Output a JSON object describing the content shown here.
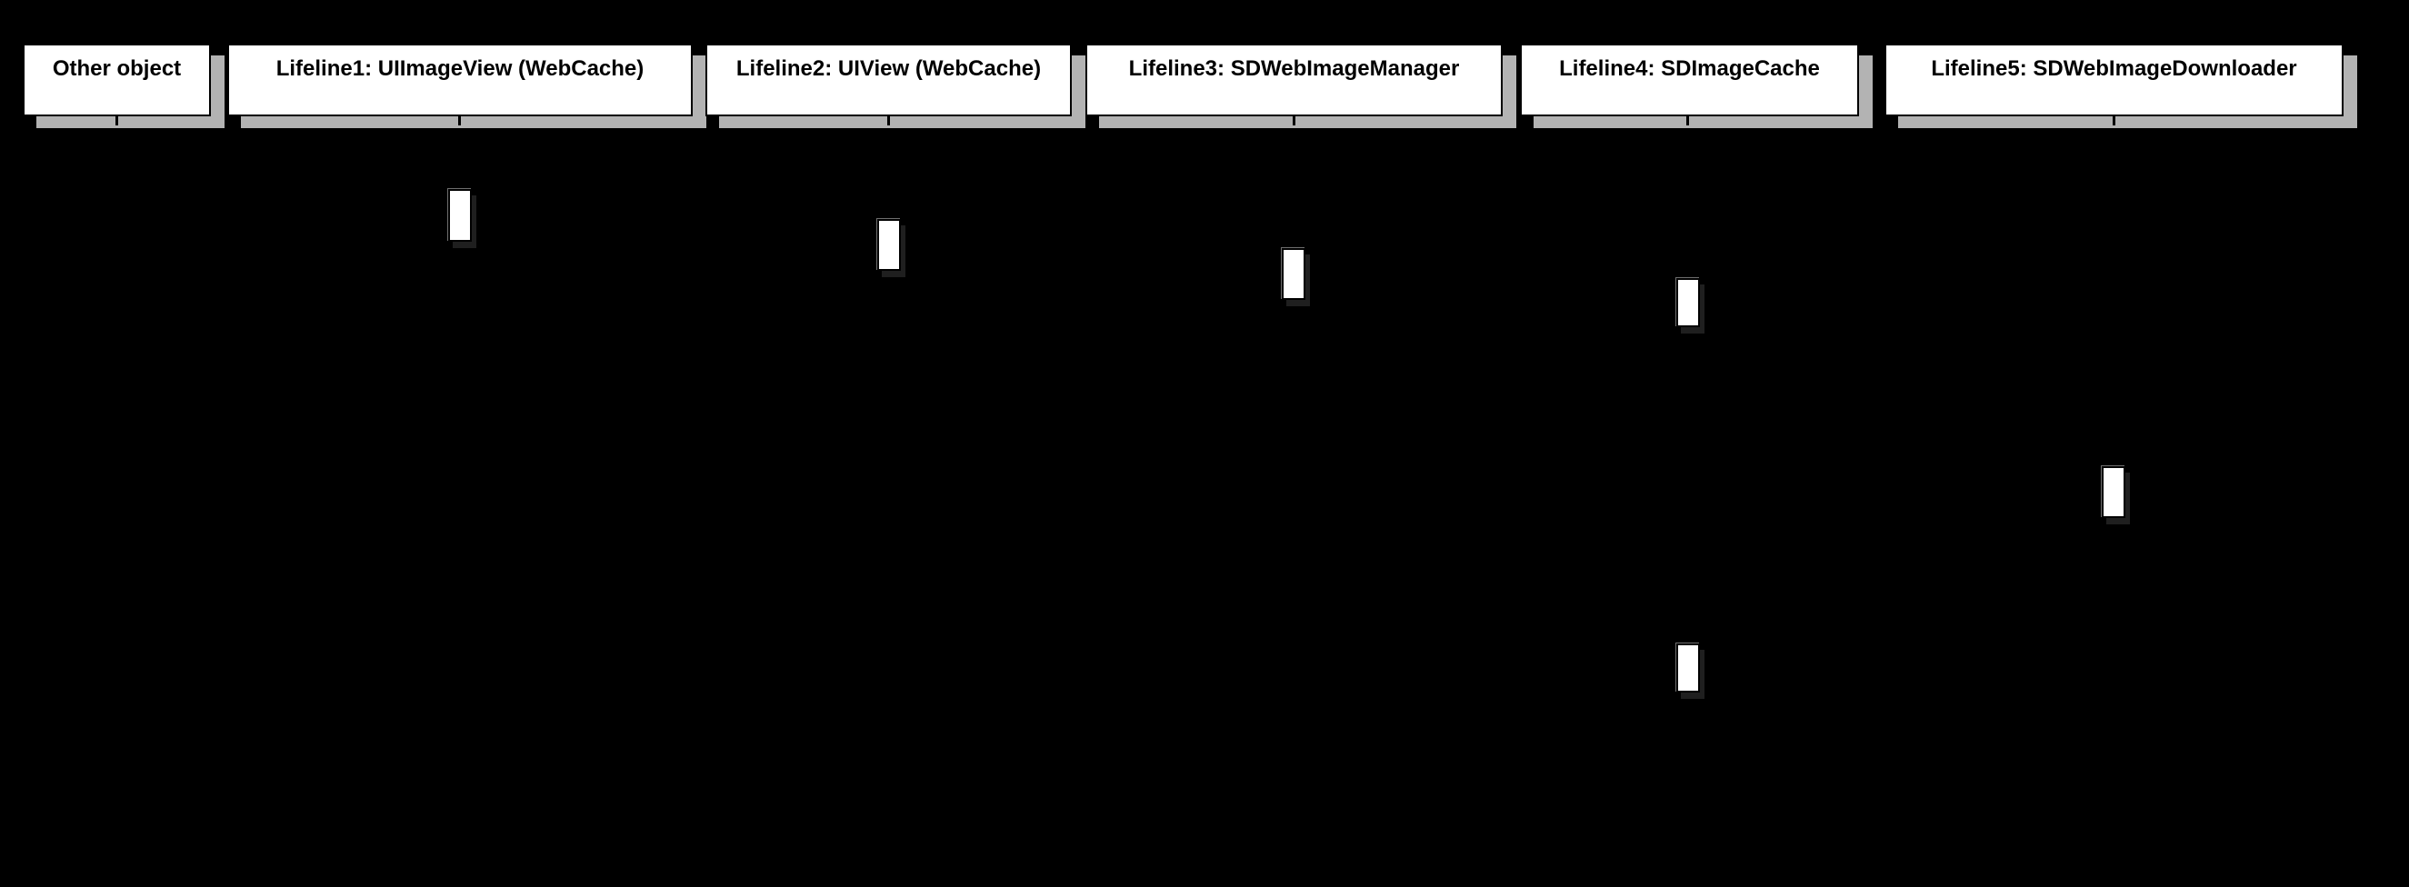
{
  "diagram": {
    "type": "uml-sequence-diagram",
    "colors": {
      "background": "#000000",
      "head_fill": "#ffffff",
      "head_border": "#000000",
      "head_shadow": "#b3b3b3",
      "activation_fill": "#ffffff",
      "label_color": "#000000"
    },
    "lifelines": [
      {
        "label": "Other object"
      },
      {
        "label": "Lifeline1: UIImageView (WebCache)"
      },
      {
        "label": "Lifeline2: UIView (WebCache)"
      },
      {
        "label": "Lifeline3: SDWebImageManager"
      },
      {
        "label": "Lifeline4: SDImageCache"
      },
      {
        "label": "Lifeline5: SDWebImageDownloader"
      }
    ],
    "activations": [
      {
        "lifeline": "Lifeline1: UIImageView (WebCache)",
        "order": 1
      },
      {
        "lifeline": "Lifeline2: UIView (WebCache)",
        "order": 2
      },
      {
        "lifeline": "Lifeline3: SDWebImageManager",
        "order": 3
      },
      {
        "lifeline": "Lifeline4: SDImageCache",
        "order": 4
      },
      {
        "lifeline": "Lifeline5: SDWebImageDownloader",
        "order": 5
      },
      {
        "lifeline": "Lifeline4: SDImageCache",
        "order": 6
      }
    ]
  }
}
